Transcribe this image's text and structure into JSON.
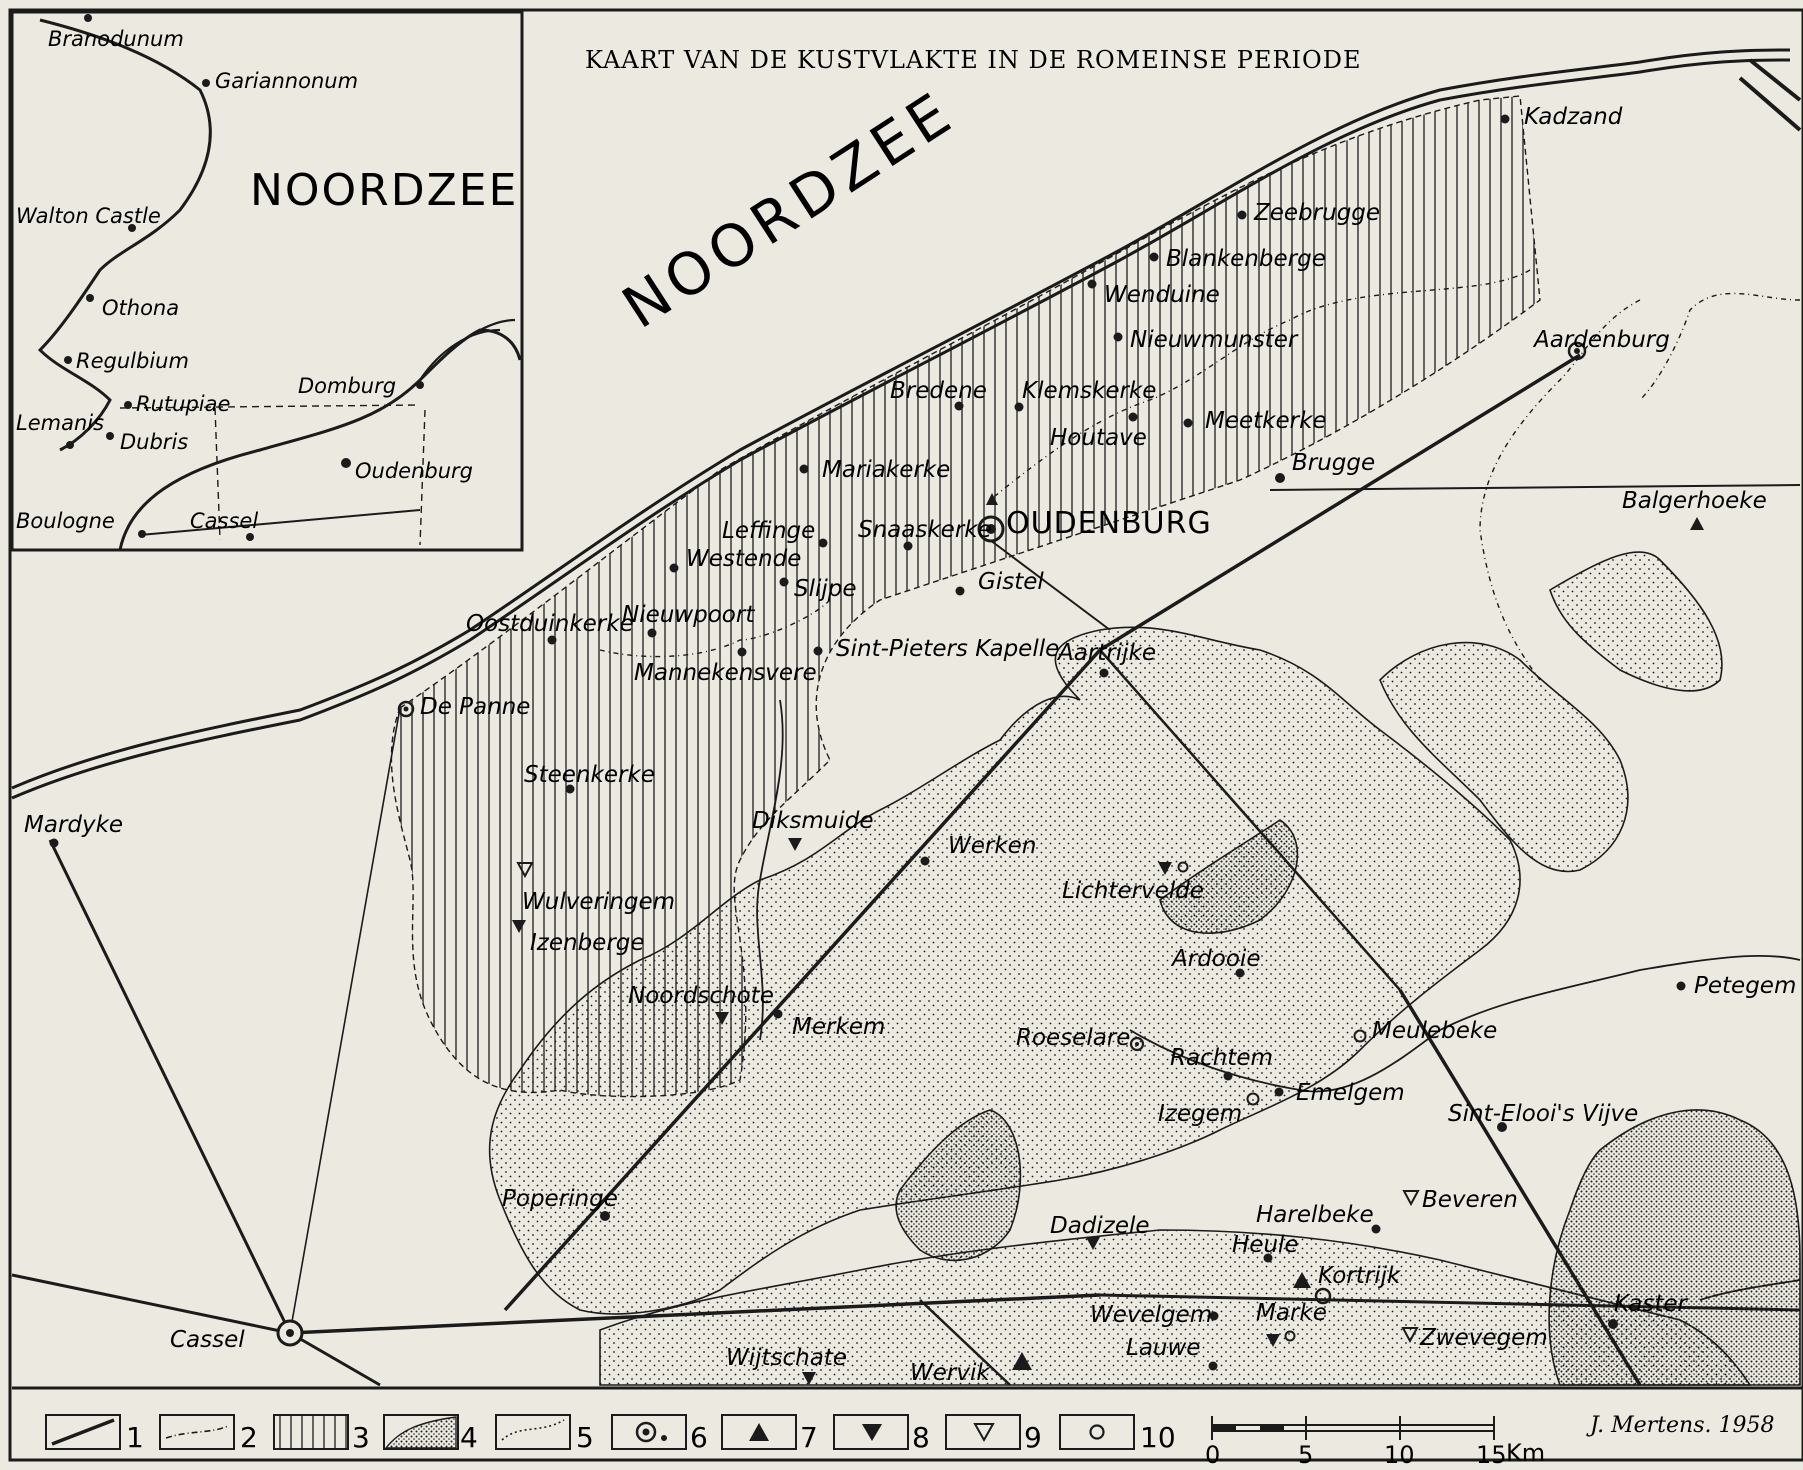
{
  "title": "KAART VAN DE KUSTVLAKTE IN DE ROMEINSE PERIODE",
  "sea_label": "NOORDZEE",
  "inset": {
    "sea_label": "NOORDZEE",
    "places": [
      {
        "name": "Branodunum"
      },
      {
        "name": "Gariannonum"
      },
      {
        "name": "Walton Castle"
      },
      {
        "name": "Othona"
      },
      {
        "name": "Regulbium"
      },
      {
        "name": "Rutupiae"
      },
      {
        "name": "Lemanis"
      },
      {
        "name": "Dubris"
      },
      {
        "name": "Boulogne"
      },
      {
        "name": "Cassel"
      },
      {
        "name": "Domburg"
      },
      {
        "name": "Oudenburg"
      }
    ]
  },
  "places": [
    {
      "name": "Kadzand",
      "symbol": "dot"
    },
    {
      "name": "Zeebrugge",
      "symbol": "dot"
    },
    {
      "name": "Blankenberge",
      "symbol": "dot"
    },
    {
      "name": "Wenduine",
      "symbol": "dot"
    },
    {
      "name": "Nieuwmunster",
      "symbol": "dot"
    },
    {
      "name": "Aardenburg",
      "symbol": "ring-dot"
    },
    {
      "name": "Bredene",
      "symbol": "dot"
    },
    {
      "name": "Klemskerke",
      "symbol": "dot"
    },
    {
      "name": "Houtave",
      "symbol": "dot"
    },
    {
      "name": "Meetkerke",
      "symbol": "dot"
    },
    {
      "name": "Brugge",
      "symbol": "dot"
    },
    {
      "name": "Mariakerke",
      "symbol": "dot"
    },
    {
      "name": "OUDENBURG",
      "symbol": "big-ring-triangle"
    },
    {
      "name": "Balgerhoeke",
      "symbol": "triangle"
    },
    {
      "name": "Leffinge",
      "symbol": "dot"
    },
    {
      "name": "Snaaskerke",
      "symbol": "dot"
    },
    {
      "name": "Westende",
      "symbol": "dot"
    },
    {
      "name": "Slijpe",
      "symbol": "dot"
    },
    {
      "name": "Gistel",
      "symbol": "dot"
    },
    {
      "name": "Oostduinkerke",
      "symbol": "dot"
    },
    {
      "name": "Nieuwpoort",
      "symbol": "dot"
    },
    {
      "name": "Sint-Pieters Kapelle",
      "symbol": "dot"
    },
    {
      "name": "Mannekensvere",
      "symbol": "dot"
    },
    {
      "name": "Aartrijke",
      "symbol": "dot"
    },
    {
      "name": "De Panne",
      "symbol": "ring-dot"
    },
    {
      "name": "Steenkerke",
      "symbol": "dot"
    },
    {
      "name": "Mardyke",
      "symbol": "dot"
    },
    {
      "name": "Diksmuide",
      "symbol": "triangle-down"
    },
    {
      "name": "Werken",
      "symbol": "dot"
    },
    {
      "name": "Lichtervelde",
      "symbol": "triangle-down-ring"
    },
    {
      "name": "Wulveringem",
      "symbol": "triangle-down-open"
    },
    {
      "name": "Izenberge",
      "symbol": "triangle-down"
    },
    {
      "name": "Ardooie",
      "symbol": "dot"
    },
    {
      "name": "Petegem",
      "symbol": "dot"
    },
    {
      "name": "Noordschote",
      "symbol": "triangle-down"
    },
    {
      "name": "Merkem",
      "symbol": "dot"
    },
    {
      "name": "Roeselare",
      "symbol": "ring-dot"
    },
    {
      "name": "Rachtem",
      "symbol": "dot"
    },
    {
      "name": "Meulebeke",
      "symbol": "ring"
    },
    {
      "name": "Emelgem",
      "symbol": "dot"
    },
    {
      "name": "Izegem",
      "symbol": "ring"
    },
    {
      "name": "Sint-Elooi's Vijve",
      "symbol": "dot"
    },
    {
      "name": "Beveren",
      "symbol": "triangle-down-open"
    },
    {
      "name": "Poperinge",
      "symbol": "dot"
    },
    {
      "name": "Harelbeke",
      "symbol": "dot"
    },
    {
      "name": "Dadizele",
      "symbol": "triangle-down"
    },
    {
      "name": "Heule",
      "symbol": "dot"
    },
    {
      "name": "Kortrijk",
      "symbol": "triangle-ring"
    },
    {
      "name": "Kaster",
      "symbol": "dot"
    },
    {
      "name": "Cassel",
      "symbol": "big-ring"
    },
    {
      "name": "Wevelgem",
      "symbol": "dot"
    },
    {
      "name": "Marke",
      "symbol": "triangle-down-ring"
    },
    {
      "name": "Lauwe",
      "symbol": "dot"
    },
    {
      "name": "Zwevegem",
      "symbol": "triangle-down-open"
    },
    {
      "name": "Wijtschate",
      "symbol": "triangle-down"
    },
    {
      "name": "Wervik",
      "symbol": "triangle"
    }
  ],
  "legend": [
    {
      "num": "1",
      "meaning_icon": "road-line"
    },
    {
      "num": "2",
      "meaning_icon": "dash-dot-line"
    },
    {
      "num": "3",
      "meaning_icon": "vertical-hatch"
    },
    {
      "num": "4",
      "meaning_icon": "stipple-area"
    },
    {
      "num": "5",
      "meaning_icon": "dotted-boundary"
    },
    {
      "num": "6",
      "meaning_icon": "ring-dot"
    },
    {
      "num": "7",
      "meaning_icon": "triangle-filled"
    },
    {
      "num": "8",
      "meaning_icon": "triangle-down-filled"
    },
    {
      "num": "9",
      "meaning_icon": "triangle-down-open"
    },
    {
      "num": "10",
      "meaning_icon": "ring"
    }
  ],
  "scale": {
    "ticks": [
      "0",
      "5",
      "10",
      "15"
    ],
    "unit": "Km"
  },
  "signature": "J. Mertens. 1958",
  "colors": {
    "paper": "#ece9e1",
    "ink": "#1b1b1b"
  }
}
